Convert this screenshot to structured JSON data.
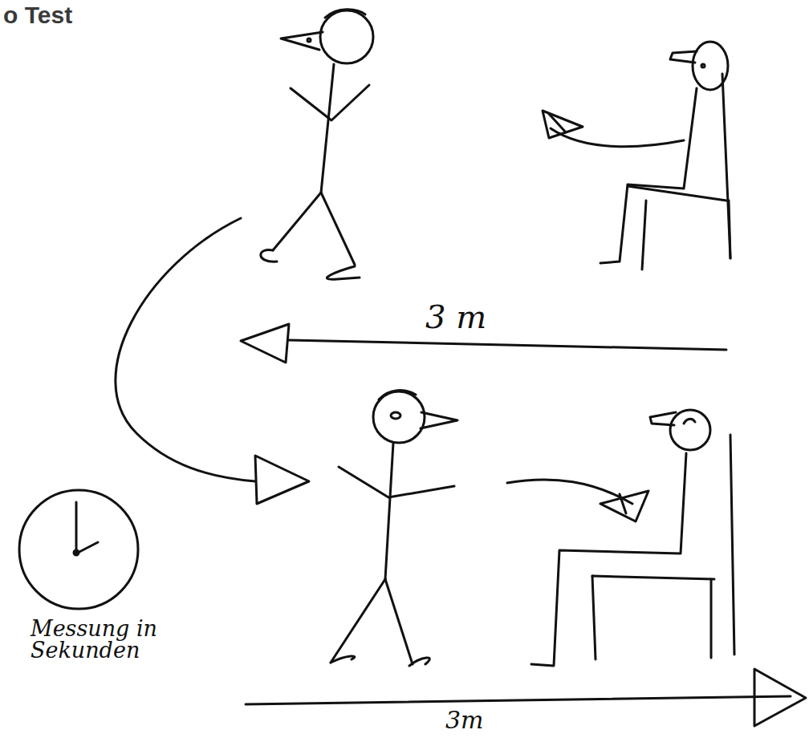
{
  "diagram": {
    "title": "o Test",
    "labels": [
      "3 m",
      "3m",
      "Messung in Sekunden"
    ]
  }
}
